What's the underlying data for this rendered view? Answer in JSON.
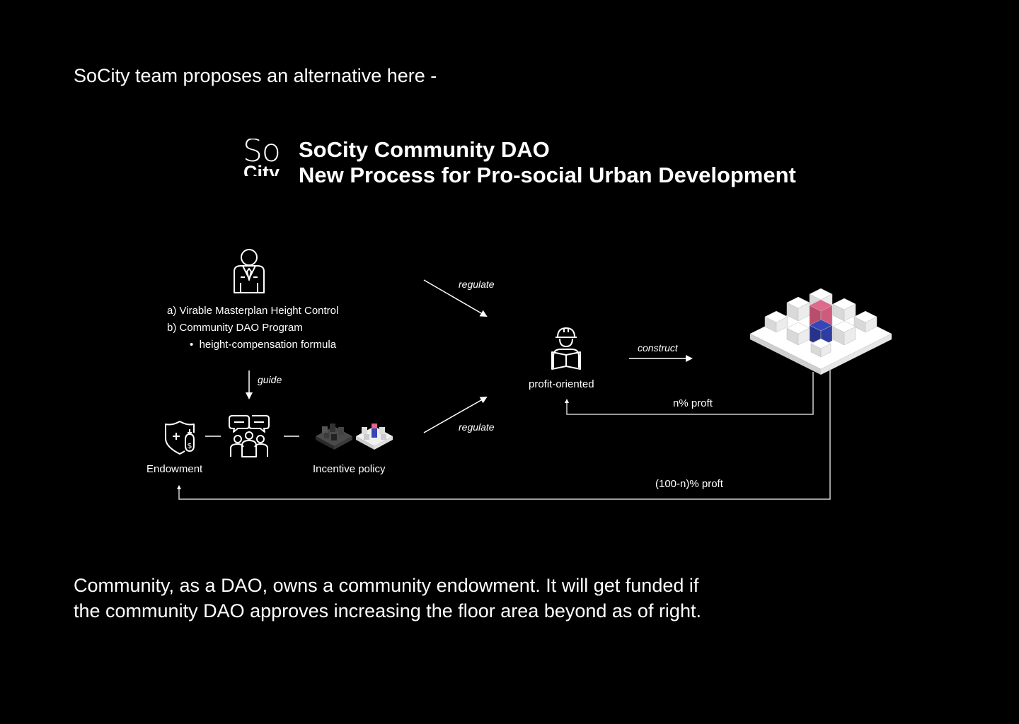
{
  "intro": "SoCity team proposes an alternative here -",
  "logo": {
    "top": "So",
    "bottom": "City"
  },
  "title": {
    "line1": "SoCity Community DAO",
    "line2": "New Process for Pro-social Urban Development"
  },
  "regulator": {
    "icon": "official-person-icon",
    "items": [
      "a) Virable Masterplan Height Control",
      "b) Community DAO Program"
    ],
    "subitem": "height-compensation formula"
  },
  "edges": {
    "regulate_top": "regulate",
    "regulate_bottom": "regulate",
    "guide": "guide",
    "construct": "construct",
    "n_profit": "n% proft",
    "rest_profit": "(100-n)% proft"
  },
  "nodes": {
    "endowment": {
      "label": "Endowment",
      "icon": "shield-money-icon"
    },
    "community": {
      "icon": "community-group-icon"
    },
    "incentive": {
      "label": "Incentive policy",
      "icon": "building-models-icon"
    },
    "developer": {
      "label": "profit-oriented",
      "icon": "construction-worker-icon"
    },
    "development": {
      "icon": "isometric-city-block-icon"
    }
  },
  "colors": {
    "background": "#000000",
    "foreground": "#ffffff",
    "highlight_pink": "#e0688a",
    "highlight_blue": "#3646b8"
  },
  "footer": {
    "line1": "Community, as a DAO, owns a community endowment. It will get funded if",
    "line2": "the community DAO approves increasing the floor area beyond as of right."
  }
}
